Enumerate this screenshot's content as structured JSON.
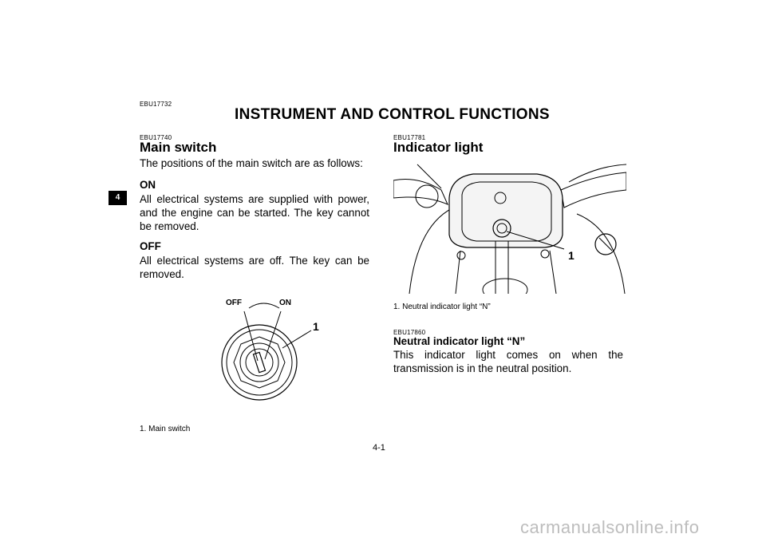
{
  "page": {
    "code_top": "EBU17732",
    "title": "INSTRUMENT AND CONTROL FUNCTIONS",
    "chapter_tab": "4",
    "page_number": "4-1",
    "watermark": "carmanualsonline.info"
  },
  "left_column": {
    "code": "EBU17740",
    "heading": "Main switch",
    "intro": "The positions of the main switch are as follows:",
    "on_label": "ON",
    "on_text": "All electrical systems are supplied with power, and the engine can be started. The key cannot be removed.",
    "off_label": "OFF",
    "off_text": "All electrical systems are off. The key can be removed.",
    "figure": {
      "label_off": "OFF",
      "label_on": "ON",
      "callout": "1"
    },
    "caption": "1.  Main switch"
  },
  "right_column": {
    "code": "EBU17781",
    "heading": "Indicator light",
    "figure": {
      "callout": "1"
    },
    "caption": "1.  Neutral indicator light “N”",
    "sub_code": "EBU17860",
    "sub_heading": "Neutral indicator light “N”",
    "sub_text": "This indicator light comes on when the transmission is in the neutral position."
  }
}
